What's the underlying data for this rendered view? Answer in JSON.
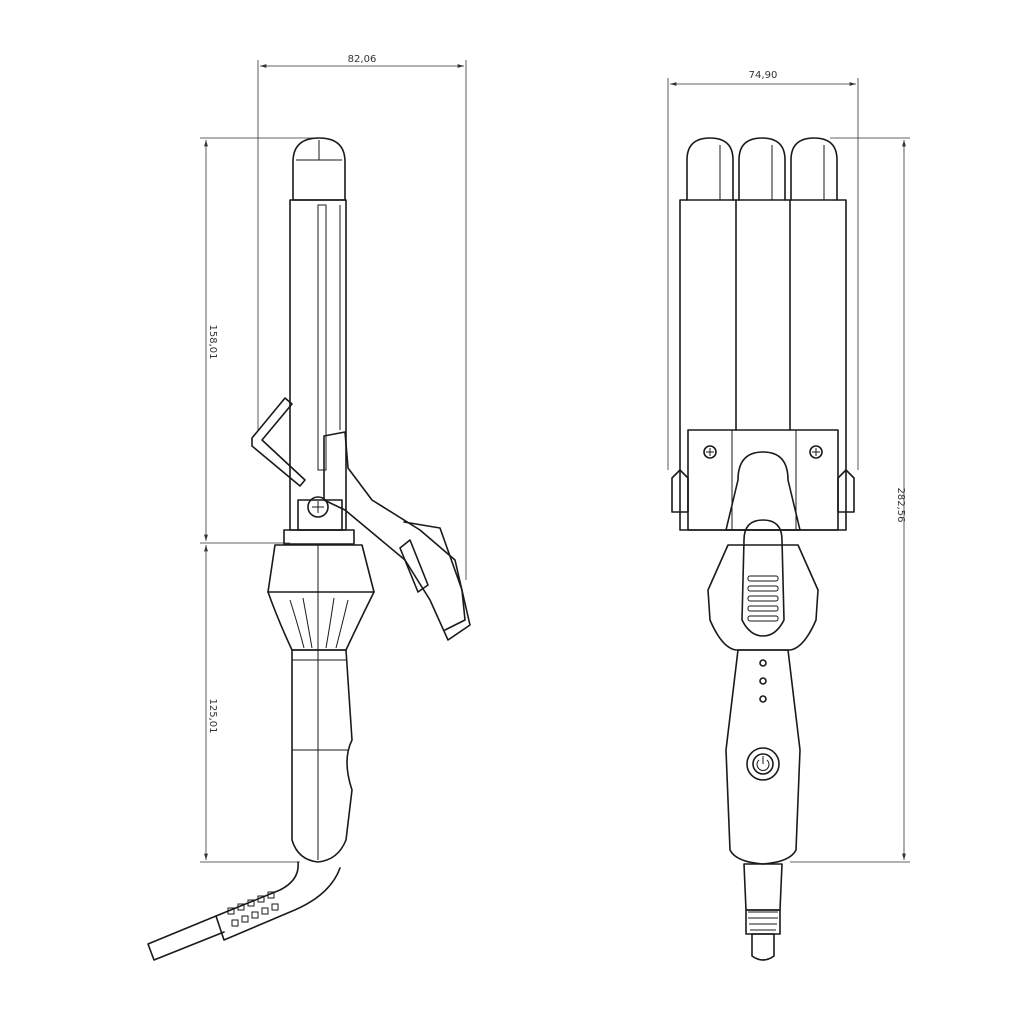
{
  "dimensions": {
    "side_width": "82,06",
    "side_upper_height": "158,01",
    "side_lower_height": "125,01",
    "front_width": "74,90",
    "front_height": "282,56"
  }
}
